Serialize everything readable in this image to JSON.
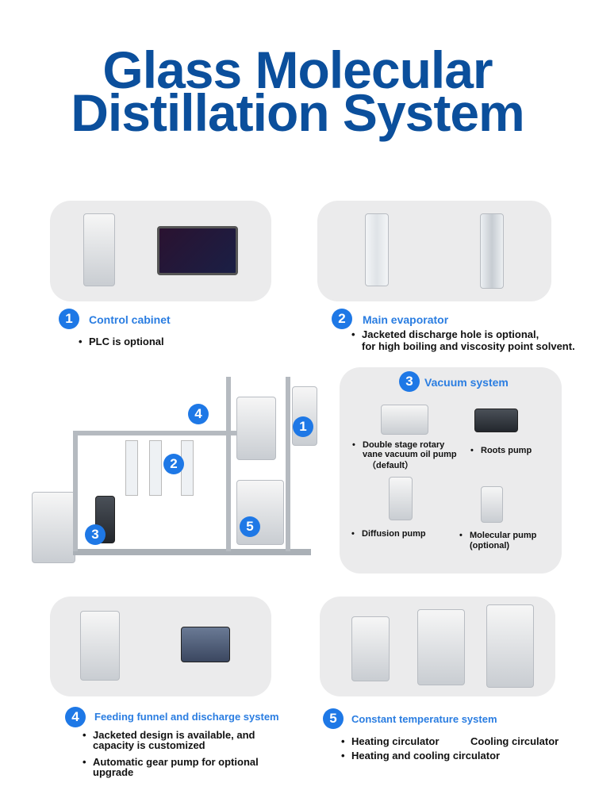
{
  "title": {
    "line1": "Glass Molecular",
    "line2": "Distillation System"
  },
  "sections": [
    {
      "num": "1",
      "label": "Control cabinet",
      "bullets": [
        "PLC is optional"
      ]
    },
    {
      "num": "2",
      "label": "Main evaporator",
      "bullets": [
        "Jacketed discharge hole is optional,",
        "for high boiling and viscosity point solvent."
      ]
    },
    {
      "num": "3",
      "label": "Vacuum system",
      "items": [
        "Double stage rotary vane vacuum oil pump",
        "（default）",
        "Roots pump",
        "Diffusion pump",
        "Molecular pump",
        "(optional)"
      ]
    },
    {
      "num": "4",
      "label": "Feeding funnel and discharge system",
      "bullets": [
        "Jacketed design is available, and",
        "capacity is customized",
        "Automatic gear pump for optional",
        "upgrade"
      ]
    },
    {
      "num": "5",
      "label": "Constant temperature system",
      "bullets": [
        "Heating circulator",
        "Cooling circulator",
        "Heating and cooling circulator"
      ]
    }
  ],
  "machine_markers": [
    "1",
    "2",
    "3",
    "4",
    "5"
  ]
}
